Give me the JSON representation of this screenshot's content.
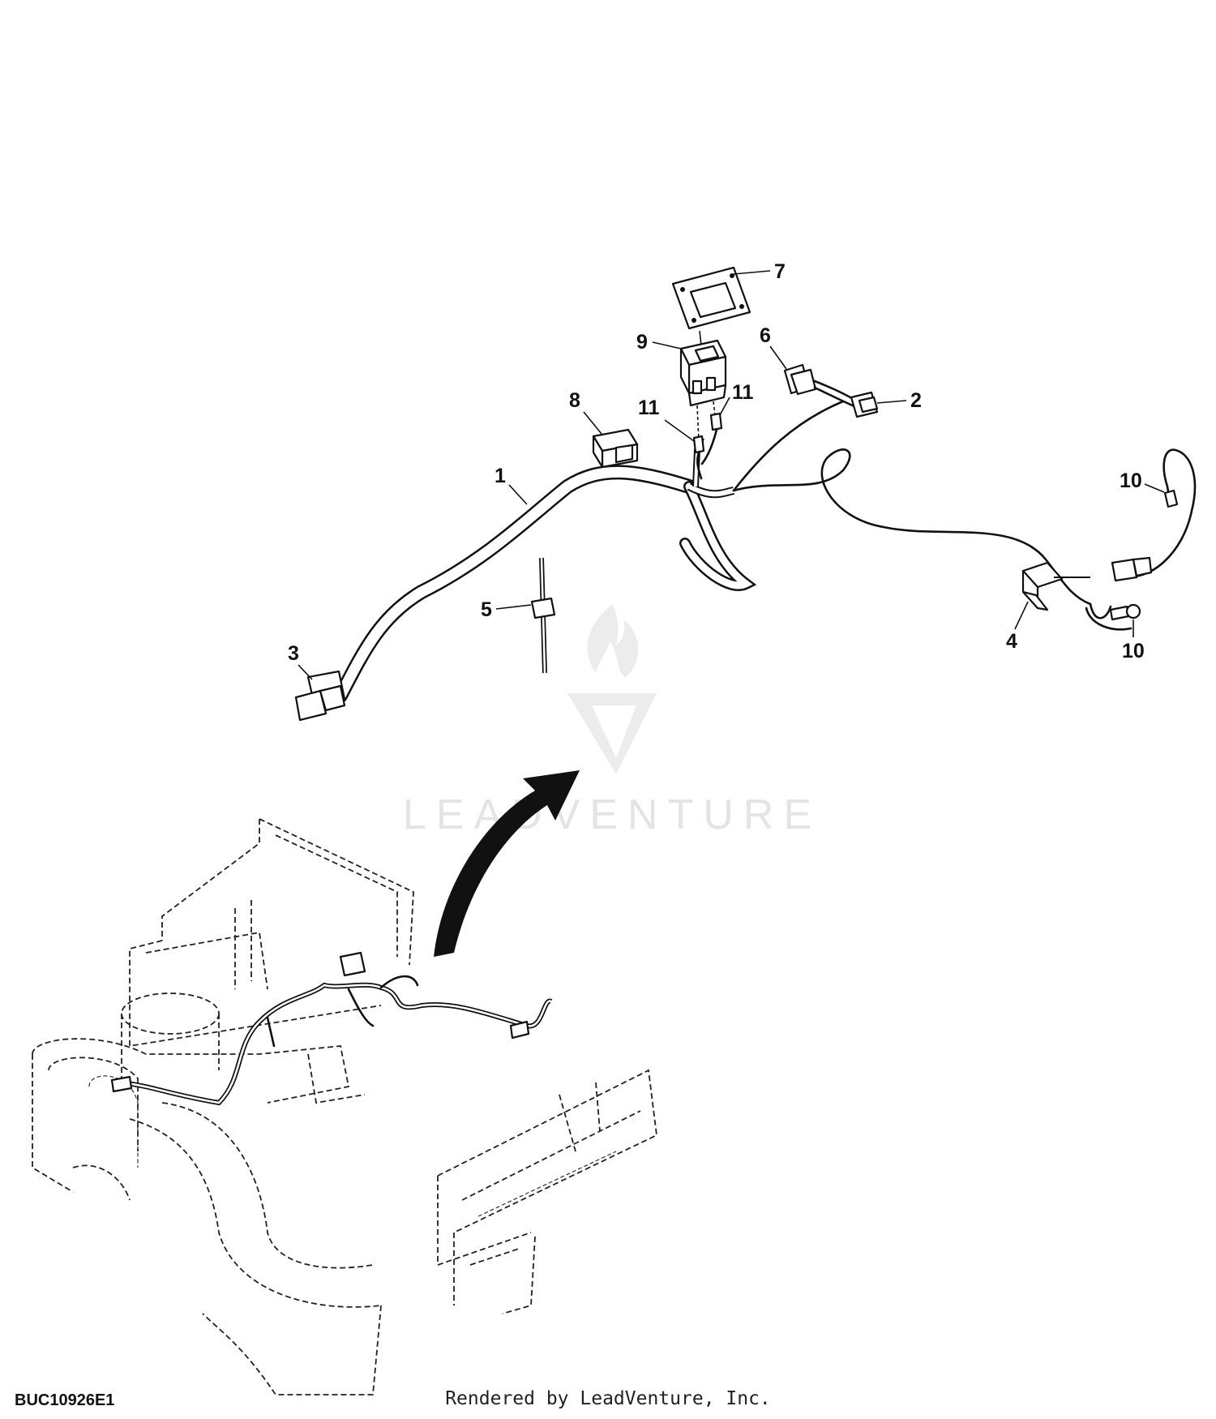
{
  "diagram": {
    "callouts": {
      "c1": "1",
      "c2": "2",
      "c3": "3",
      "c4": "4",
      "c5": "5",
      "c6": "6",
      "c7": "7",
      "c8": "8",
      "c9": "9",
      "c10a": "10",
      "c10b": "10",
      "c11a": "11",
      "c11b": "11"
    }
  },
  "watermark": {
    "text": "LEADVENTURE"
  },
  "footer": {
    "figure_id": "BUC10926E1",
    "render_credit": "Rendered by LeadVenture, Inc."
  }
}
